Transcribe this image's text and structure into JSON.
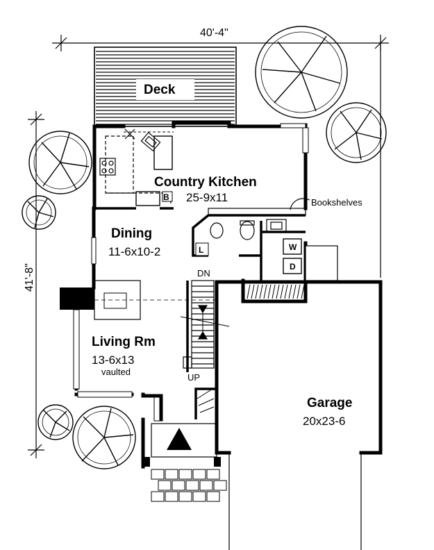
{
  "dimensions": {
    "width": "40'-4\"",
    "depth": "41'-8\""
  },
  "rooms": {
    "deck": {
      "name": "Deck"
    },
    "kitchen": {
      "name": "Country Kitchen",
      "size": "25-9x11"
    },
    "dining": {
      "name": "Dining",
      "size": "11-6x10-2"
    },
    "living": {
      "name": "Living Rm",
      "size": "13-6x13",
      "note": "vaulted"
    },
    "garage": {
      "name": "Garage",
      "size": "20x23-6"
    }
  },
  "annotations": {
    "bookshelves": "Bookshelves",
    "stair_down": "DN",
    "stair_up": "UP",
    "washer": "W",
    "dryer": "D",
    "pantry": "L",
    "range_b": "B"
  }
}
